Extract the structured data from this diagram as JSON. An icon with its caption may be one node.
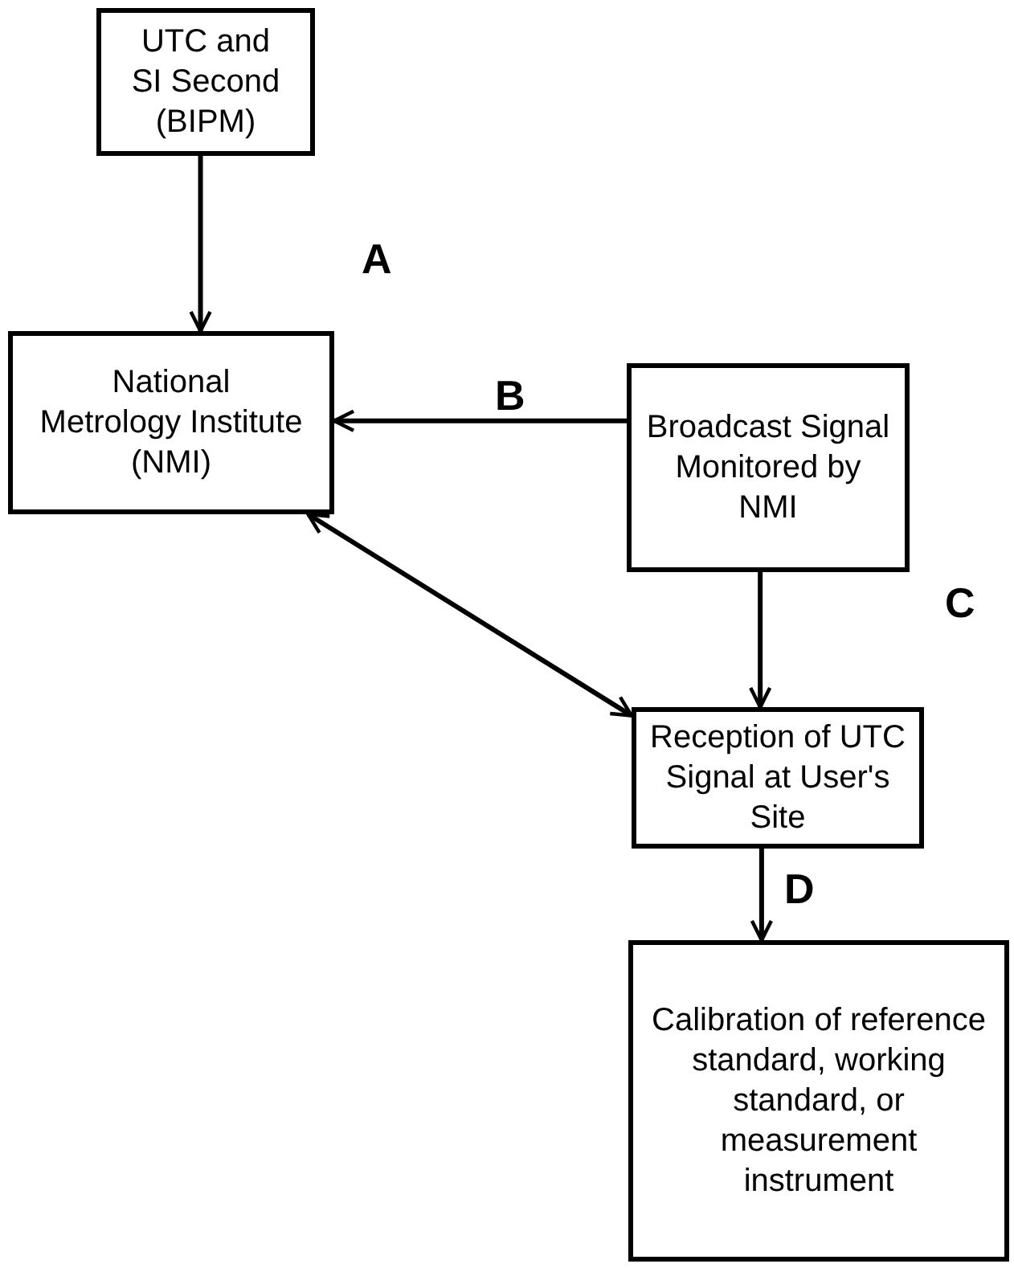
{
  "diagram": {
    "nodes": [
      {
        "text": [
          "UTC and SI Second (BIPM)"
        ]
      },
      {
        "text": [
          "National Metrology Institute (NMI)"
        ]
      },
      {
        "text": [
          "Broadcast Signal Monitored by NMI"
        ]
      },
      {
        "text": [
          "Reception of UTC Signal at User's Site"
        ]
      },
      {
        "text": [
          "Calibration of reference standard, working standard, or measurement instrument"
        ]
      }
    ],
    "edges": [
      {
        "from": 0,
        "to": 1,
        "arrow": "to",
        "label": "A"
      },
      {
        "from": 2,
        "to": 1,
        "arrow": "to",
        "label": "B"
      },
      {
        "from": 2,
        "to": 3,
        "arrow": "to",
        "label": "C"
      },
      {
        "from": 3,
        "to": 4,
        "arrow": "to",
        "label": "D"
      },
      {
        "from": 1,
        "to": 3,
        "arrow": "both"
      }
    ]
  }
}
